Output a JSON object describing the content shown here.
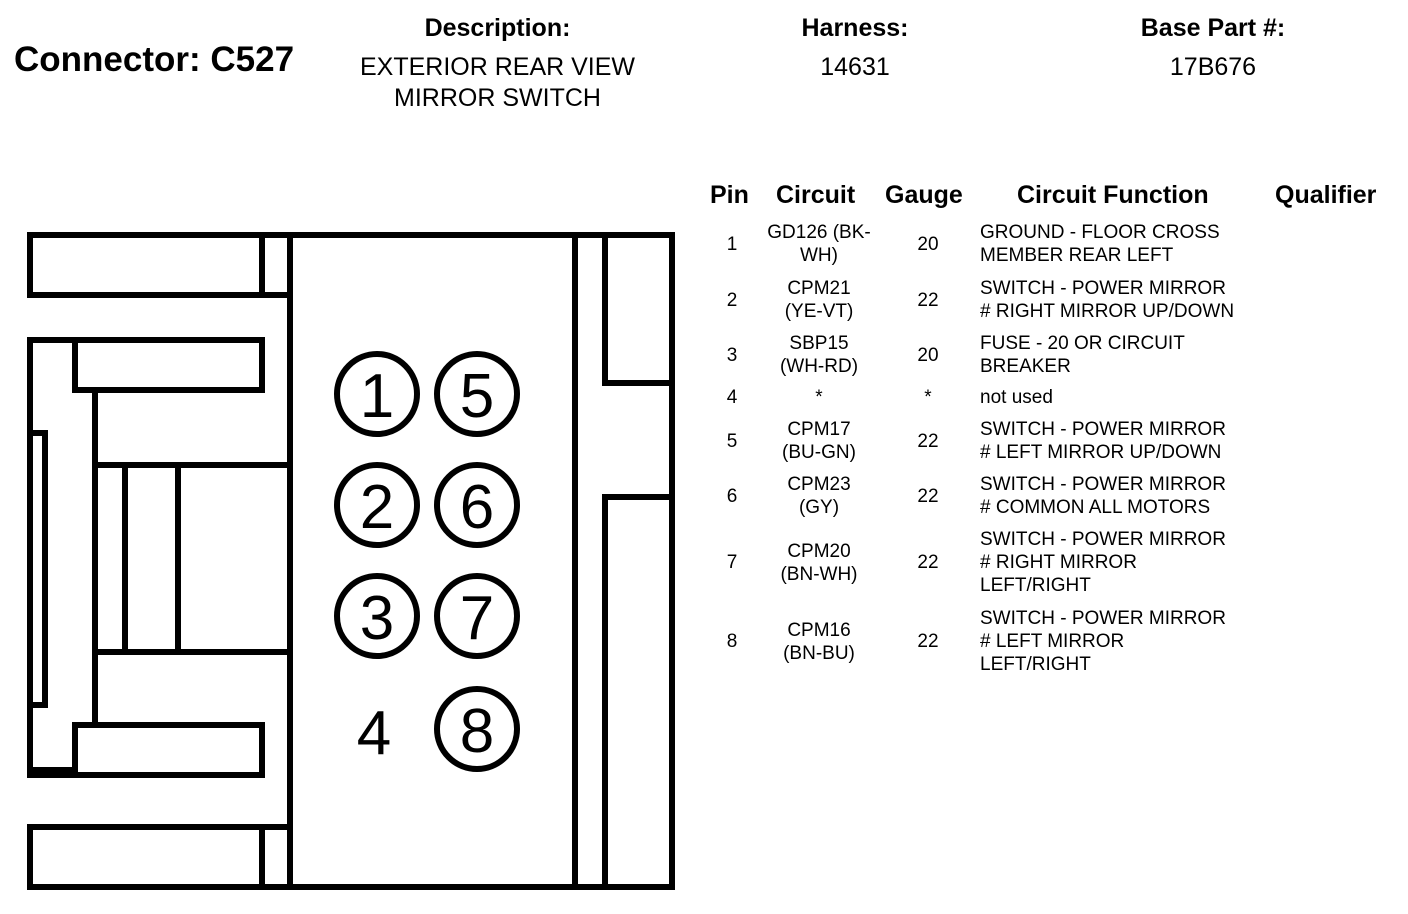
{
  "connector": {
    "label": "Connector: C527"
  },
  "description": {
    "header": "Description:",
    "line1": "EXTERIOR REAR VIEW",
    "line2": "MIRROR SWITCH"
  },
  "harness": {
    "header": "Harness:",
    "value": "14631"
  },
  "base_part": {
    "header": "Base Part #:",
    "value": "17B676"
  },
  "table": {
    "headers": {
      "pin": "Pin",
      "circuit": "Circuit",
      "gauge": "Gauge",
      "function": "Circuit Function",
      "qualifier": "Qualifier"
    },
    "rows": [
      {
        "pin": "1",
        "circuit": "GD126 (BK-\nWH)",
        "gauge": "20",
        "function": "GROUND - FLOOR CROSS\nMEMBER REAR LEFT",
        "qualifier": ""
      },
      {
        "pin": "2",
        "circuit": "CPM21\n(YE-VT)",
        "gauge": "22",
        "function": "SWITCH - POWER MIRROR\n# RIGHT MIRROR UP/DOWN",
        "qualifier": ""
      },
      {
        "pin": "3",
        "circuit": "SBP15\n(WH-RD)",
        "gauge": "20",
        "function": "FUSE - 20 OR CIRCUIT\nBREAKER",
        "qualifier": ""
      },
      {
        "pin": "4",
        "circuit": "*",
        "gauge": "*",
        "function": "not used",
        "qualifier": ""
      },
      {
        "pin": "5",
        "circuit": "CPM17\n(BU-GN)",
        "gauge": "22",
        "function": "SWITCH - POWER MIRROR\n# LEFT MIRROR UP/DOWN",
        "qualifier": ""
      },
      {
        "pin": "6",
        "circuit": "CPM23\n(GY)",
        "gauge": "22",
        "function": "SWITCH - POWER MIRROR\n# COMMON ALL MOTORS",
        "qualifier": ""
      },
      {
        "pin": "7",
        "circuit": "CPM20\n(BN-WH)",
        "gauge": "22",
        "function": "SWITCH - POWER MIRROR\n# RIGHT MIRROR\nLEFT/RIGHT",
        "qualifier": ""
      },
      {
        "pin": "8",
        "circuit": "CPM16\n(BN-BU)",
        "gauge": "22",
        "function": "SWITCH - POWER MIRROR\n# LEFT MIRROR\nLEFT/RIGHT",
        "qualifier": ""
      }
    ]
  },
  "connector_pins": {
    "p1": "1",
    "p2": "2",
    "p3": "3",
    "p4": "4",
    "p5": "5",
    "p6": "6",
    "p7": "7",
    "p8": "8"
  }
}
